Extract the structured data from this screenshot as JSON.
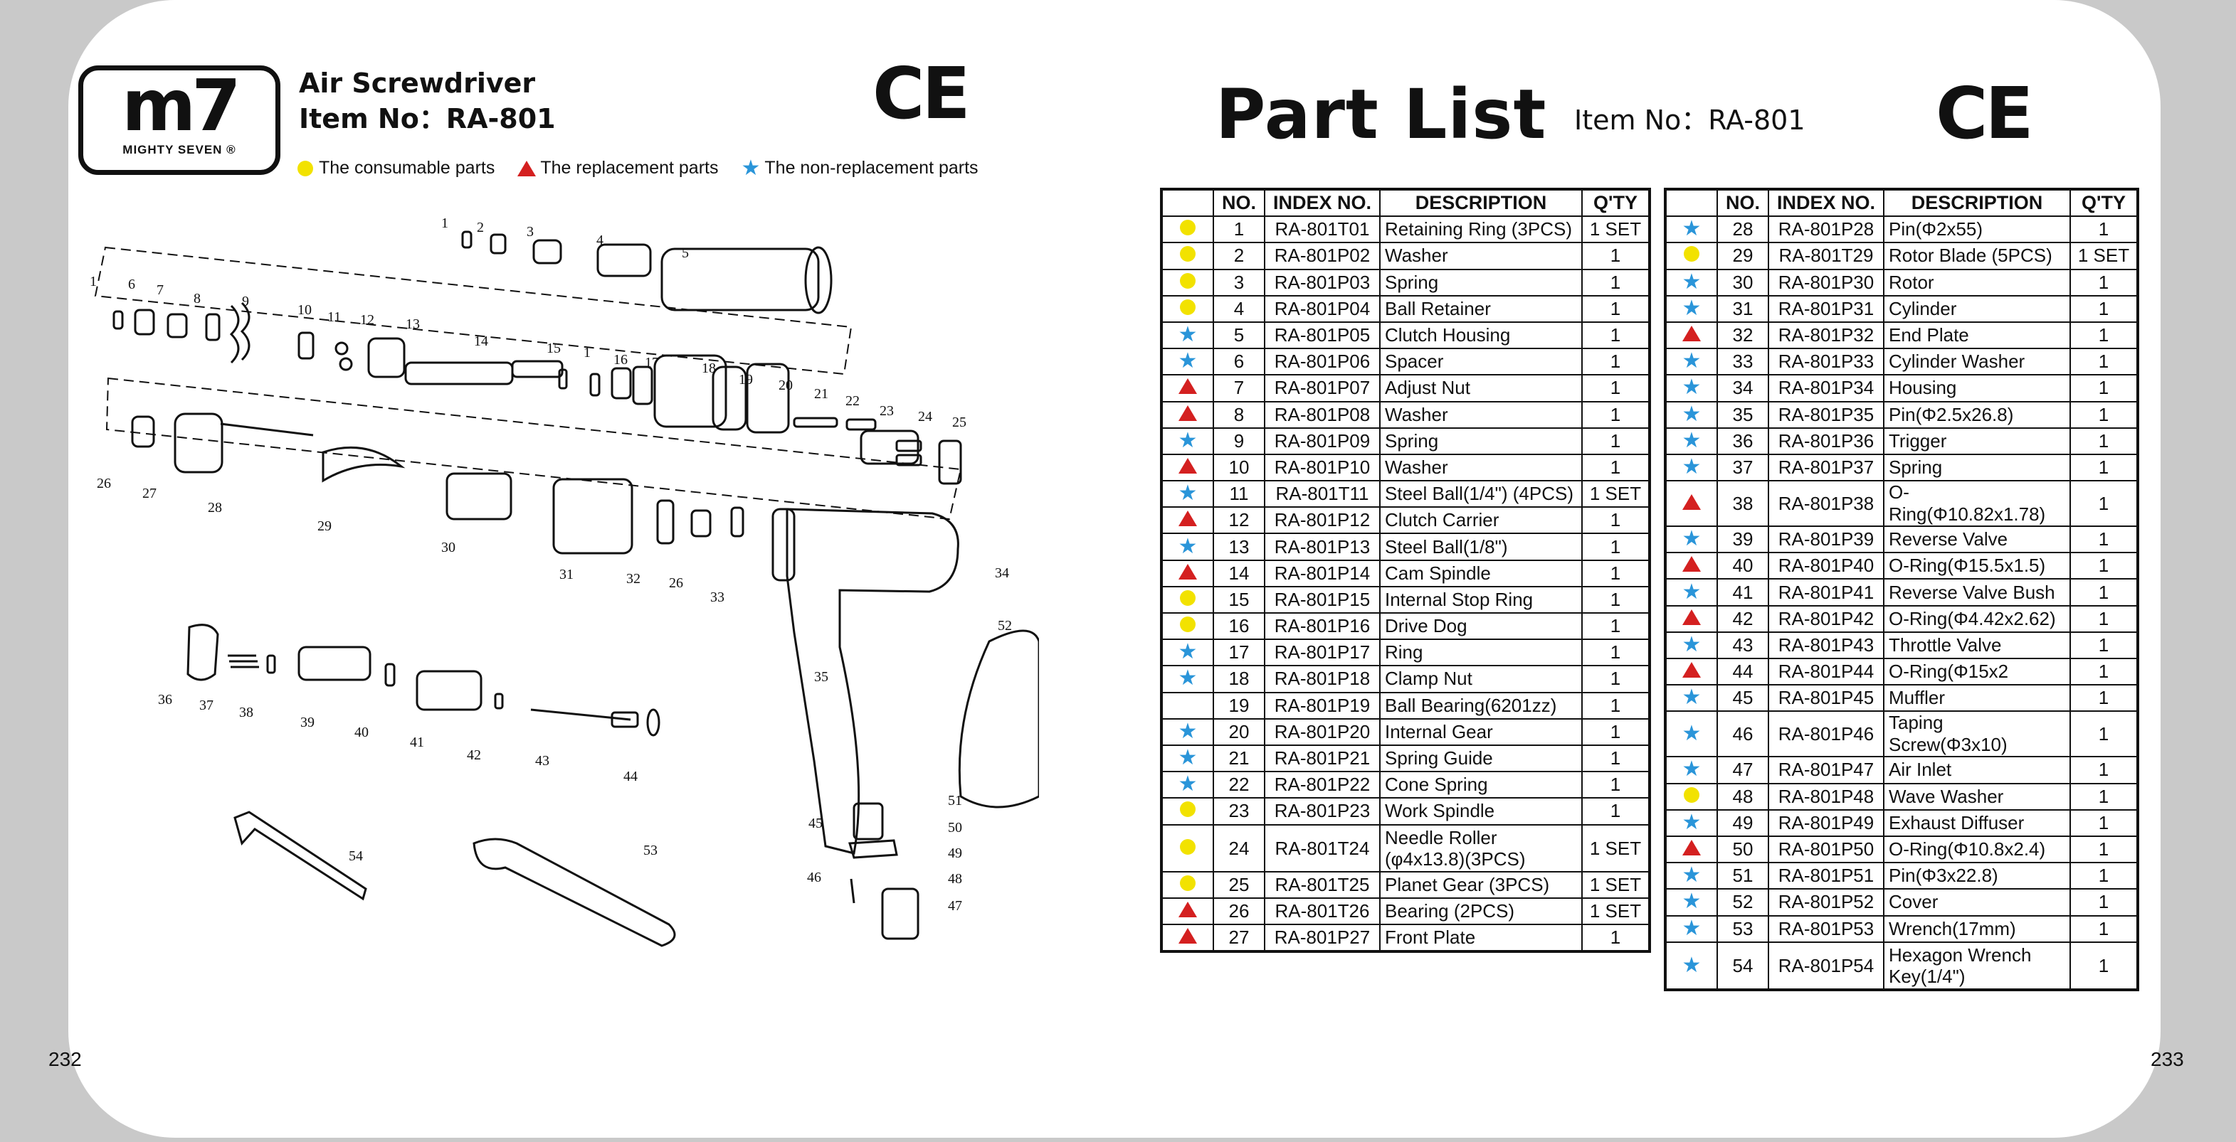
{
  "brand": {
    "logo_text": "m7",
    "logo_subtext": "MIGHTY SEVEN ®"
  },
  "product": {
    "name": "Air Screwdriver",
    "item_label": "Item No：RA-801"
  },
  "ce_mark": "CE",
  "legend": [
    {
      "icon": "yellow-dot",
      "color": "#f2e200",
      "label": "The consumable parts"
    },
    {
      "icon": "red-triangle",
      "color": "#d42020",
      "label": "The replacement parts"
    },
    {
      "icon": "blue-star",
      "color": "#2a95d9",
      "label": "The non-replacement parts"
    }
  ],
  "part_list": {
    "title": "Part List",
    "item_label": "Item No：RA-801",
    "headers": [
      "NO.",
      "INDEX NO.",
      "DESCRIPTION",
      "Q'TY"
    ],
    "left_rows": [
      {
        "type": "dot",
        "no": "1",
        "index": "RA-801T01",
        "desc": "Retaining Ring (3PCS)",
        "qty": "1 SET"
      },
      {
        "type": "dot",
        "no": "2",
        "index": "RA-801P02",
        "desc": "Washer",
        "qty": "1"
      },
      {
        "type": "dot",
        "no": "3",
        "index": "RA-801P03",
        "desc": "Spring",
        "qty": "1"
      },
      {
        "type": "dot",
        "no": "4",
        "index": "RA-801P04",
        "desc": "Ball Retainer",
        "qty": "1"
      },
      {
        "type": "star",
        "no": "5",
        "index": "RA-801P05",
        "desc": "Clutch Housing",
        "qty": "1"
      },
      {
        "type": "star",
        "no": "6",
        "index": "RA-801P06",
        "desc": "Spacer",
        "qty": "1"
      },
      {
        "type": "tri",
        "no": "7",
        "index": "RA-801P07",
        "desc": "Adjust Nut",
        "qty": "1"
      },
      {
        "type": "tri",
        "no": "8",
        "index": "RA-801P08",
        "desc": "Washer",
        "qty": "1"
      },
      {
        "type": "star",
        "no": "9",
        "index": "RA-801P09",
        "desc": "Spring",
        "qty": "1"
      },
      {
        "type": "tri",
        "no": "10",
        "index": "RA-801P10",
        "desc": "Washer",
        "qty": "1"
      },
      {
        "type": "star",
        "no": "11",
        "index": "RA-801T11",
        "desc": "Steel Ball(1/4\") (4PCS)",
        "qty": "1 SET"
      },
      {
        "type": "tri",
        "no": "12",
        "index": "RA-801P12",
        "desc": "Clutch Carrier",
        "qty": "1"
      },
      {
        "type": "star",
        "no": "13",
        "index": "RA-801P13",
        "desc": "Steel Ball(1/8\")",
        "qty": "1"
      },
      {
        "type": "tri",
        "no": "14",
        "index": "RA-801P14",
        "desc": "Cam Spindle",
        "qty": "1"
      },
      {
        "type": "dot",
        "no": "15",
        "index": "RA-801P15",
        "desc": "Internal Stop Ring",
        "qty": "1"
      },
      {
        "type": "dot",
        "no": "16",
        "index": "RA-801P16",
        "desc": "Drive Dog",
        "qty": "1"
      },
      {
        "type": "star",
        "no": "17",
        "index": "RA-801P17",
        "desc": "Ring",
        "qty": "1"
      },
      {
        "type": "star",
        "no": "18",
        "index": "RA-801P18",
        "desc": "Clamp Nut",
        "qty": "1"
      },
      {
        "type": "none",
        "no": "19",
        "index": "RA-801P19",
        "desc": "Ball Bearing(6201zz)",
        "qty": "1"
      },
      {
        "type": "star",
        "no": "20",
        "index": "RA-801P20",
        "desc": "Internal Gear",
        "qty": "1"
      },
      {
        "type": "star",
        "no": "21",
        "index": "RA-801P21",
        "desc": "Spring Guide",
        "qty": "1"
      },
      {
        "type": "star",
        "no": "22",
        "index": "RA-801P22",
        "desc": "Cone Spring",
        "qty": "1"
      },
      {
        "type": "dot",
        "no": "23",
        "index": "RA-801P23",
        "desc": "Work Spindle",
        "qty": "1"
      },
      {
        "type": "dot",
        "no": "24",
        "index": "RA-801T24",
        "desc": "Needle Roller (φ4x13.8)(3PCS)",
        "qty": "1 SET",
        "tall": true
      },
      {
        "type": "dot",
        "no": "25",
        "index": "RA-801T25",
        "desc": "Planet Gear (3PCS)",
        "qty": "1 SET"
      },
      {
        "type": "tri",
        "no": "26",
        "index": "RA-801T26",
        "desc": "Bearing (2PCS)",
        "qty": "1 SET"
      },
      {
        "type": "tri",
        "no": "27",
        "index": "RA-801P27",
        "desc": "Front Plate",
        "qty": "1"
      }
    ],
    "right_rows": [
      {
        "type": "star",
        "no": "28",
        "index": "RA-801P28",
        "desc": "Pin(Φ2x55)",
        "qty": "1"
      },
      {
        "type": "dot",
        "no": "29",
        "index": "RA-801T29",
        "desc": "Rotor Blade (5PCS)",
        "qty": "1 SET"
      },
      {
        "type": "star",
        "no": "30",
        "index": "RA-801P30",
        "desc": "Rotor",
        "qty": "1"
      },
      {
        "type": "star",
        "no": "31",
        "index": "RA-801P31",
        "desc": "Cylinder",
        "qty": "1"
      },
      {
        "type": "tri",
        "no": "32",
        "index": "RA-801P32",
        "desc": "End Plate",
        "qty": "1"
      },
      {
        "type": "star",
        "no": "33",
        "index": "RA-801P33",
        "desc": "Cylinder Washer",
        "qty": "1"
      },
      {
        "type": "star",
        "no": "34",
        "index": "RA-801P34",
        "desc": "Housing",
        "qty": "1"
      },
      {
        "type": "star",
        "no": "35",
        "index": "RA-801P35",
        "desc": "Pin(Φ2.5x26.8)",
        "qty": "1"
      },
      {
        "type": "star",
        "no": "36",
        "index": "RA-801P36",
        "desc": "Trigger",
        "qty": "1"
      },
      {
        "type": "star",
        "no": "37",
        "index": "RA-801P37",
        "desc": "Spring",
        "qty": "1"
      },
      {
        "type": "tri",
        "no": "38",
        "index": "RA-801P38",
        "desc": "O-Ring(Φ10.82x1.78)",
        "qty": "1"
      },
      {
        "type": "star",
        "no": "39",
        "index": "RA-801P39",
        "desc": "Reverse Valve",
        "qty": "1"
      },
      {
        "type": "tri",
        "no": "40",
        "index": "RA-801P40",
        "desc": "O-Ring(Φ15.5x1.5)",
        "qty": "1"
      },
      {
        "type": "star",
        "no": "41",
        "index": "RA-801P41",
        "desc": "Reverse Valve Bush",
        "qty": "1"
      },
      {
        "type": "tri",
        "no": "42",
        "index": "RA-801P42",
        "desc": "O-Ring(Φ4.42x2.62)",
        "qty": "1"
      },
      {
        "type": "star",
        "no": "43",
        "index": "RA-801P43",
        "desc": "Throttle Valve",
        "qty": "1"
      },
      {
        "type": "tri",
        "no": "44",
        "index": "RA-801P44",
        "desc": "O-Ring(Φ15x2",
        "qty": "1"
      },
      {
        "type": "star",
        "no": "45",
        "index": "RA-801P45",
        "desc": "Muffler",
        "qty": "1"
      },
      {
        "type": "star",
        "no": "46",
        "index": "RA-801P46",
        "desc": "Taping Screw(Φ3x10)",
        "qty": "1"
      },
      {
        "type": "star",
        "no": "47",
        "index": "RA-801P47",
        "desc": "Air Inlet",
        "qty": "1"
      },
      {
        "type": "dot",
        "no": "48",
        "index": "RA-801P48",
        "desc": "Wave Washer",
        "qty": "1"
      },
      {
        "type": "star",
        "no": "49",
        "index": "RA-801P49",
        "desc": "Exhaust Diffuser",
        "qty": "1"
      },
      {
        "type": "tri",
        "no": "50",
        "index": "RA-801P50",
        "desc": "O-Ring(Φ10.8x2.4)",
        "qty": "1"
      },
      {
        "type": "star",
        "no": "51",
        "index": "RA-801P51",
        "desc": "Pin(Φ3x22.8)",
        "qty": "1"
      },
      {
        "type": "star",
        "no": "52",
        "index": "RA-801P52",
        "desc": "Cover",
        "qty": "1"
      },
      {
        "type": "star",
        "no": "53",
        "index": "RA-801P53",
        "desc": "Wrench(17mm)",
        "qty": "1"
      },
      {
        "type": "star",
        "no": "54",
        "index": "RA-801P54",
        "desc": "Hexagon Wrench Key(1/4\")",
        "qty": "1",
        "tall": true
      }
    ]
  },
  "diagram_callouts": [
    "1",
    "2",
    "3",
    "4",
    "5",
    "1",
    "6",
    "7",
    "8",
    "9",
    "10",
    "11",
    "12",
    "13",
    "14",
    "15",
    "1",
    "16",
    "17",
    "18",
    "19",
    "20",
    "21",
    "22",
    "23",
    "24",
    "25",
    "26",
    "27",
    "28",
    "29",
    "30",
    "31",
    "32",
    "26",
    "33",
    "34",
    "35",
    "36",
    "37",
    "38",
    "39",
    "40",
    "41",
    "42",
    "43",
    "44",
    "45",
    "46",
    "47",
    "48",
    "49",
    "50",
    "51",
    "52",
    "53",
    "54"
  ],
  "page_numbers": {
    "left": "232",
    "right": "233"
  }
}
